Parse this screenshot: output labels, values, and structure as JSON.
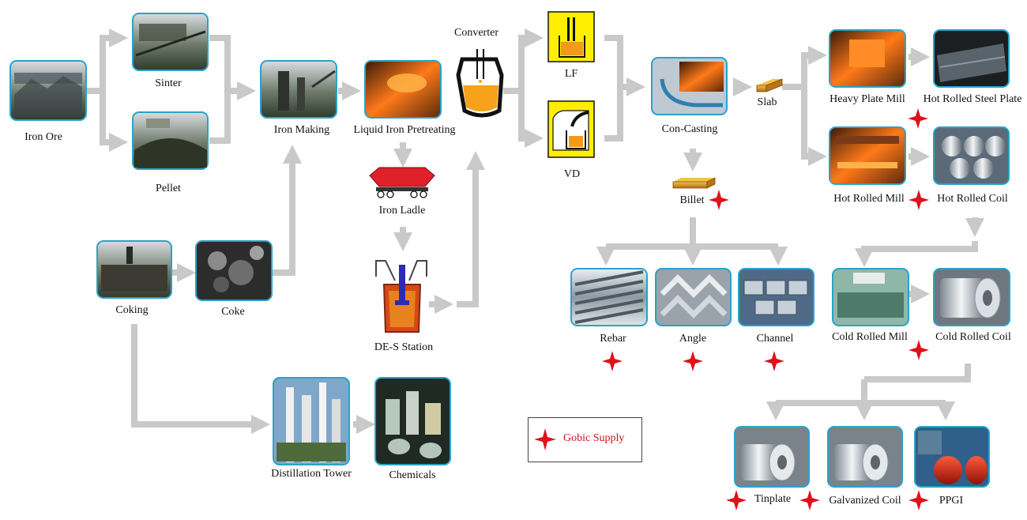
{
  "nodes": {
    "iron_ore": "Iron Ore",
    "sinter": "Sinter",
    "pellet": "Pellet",
    "iron_making": "Iron Making",
    "liquid_iron_pretreating": "Liquid Iron Pretreating",
    "iron_ladle": "Iron Ladle",
    "de_s_station": "DE-S Station",
    "converter": "Converter",
    "lf": "LF",
    "vd": "VD",
    "con_casting": "Con-Casting",
    "slab": "Slab",
    "billet": "Billet",
    "heavy_plate_mill": "Heavy Plate Mill",
    "hot_rolled_steel_plate": "Hot Rolled Steel Plate",
    "hot_rolled_mill": "Hot Rolled Mill",
    "hot_rolled_coil": "Hot Rolled Coil",
    "rebar": "Rebar",
    "angle": "Angle",
    "channel": "Channel",
    "cold_rolled_mill": "Cold Rolled Mill",
    "cold_rolled_coil": "Cold Rolled Coil",
    "tinplate": "Tinplate",
    "galvanized_coil": "Galvanized Coil",
    "ppgi": "PPGI",
    "coking": "Coking",
    "coke": "Coke",
    "distillation_tower": "Distillation Tower",
    "chemicals": "Chemicals"
  },
  "legend": {
    "label": "Gobic Supply",
    "icon": "red-four-point-star-icon",
    "color": "#e0101a"
  },
  "colors": {
    "arrow": "#c9c9c9",
    "box_border": "#2aa3c8",
    "box_fill_yellow": "#ffee00",
    "star": "#e0101a"
  }
}
